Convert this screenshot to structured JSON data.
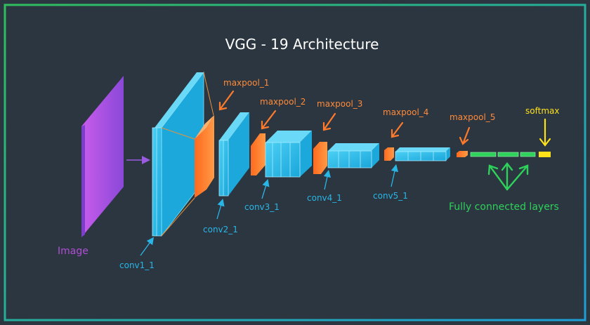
{
  "title": "VGG - 19 Architecture",
  "input_label": "Image",
  "conv_labels": [
    "conv1_1",
    "conv2_1",
    "conv3_1",
    "conv4_1",
    "conv5_1"
  ],
  "pool_labels": [
    "maxpool_1",
    "maxpool_2",
    "maxpool_3",
    "maxpool_4",
    "maxpool_5"
  ],
  "fc_label": "Fully connected layers",
  "softmax_label": "softmax",
  "colors": {
    "background": "#2b3640",
    "frame_start": "#2fbd5e",
    "frame_end": "#1c9fd8",
    "conv": "#29b6e6",
    "pool": "#ff7b2c",
    "image": "#a64fd6",
    "fc": "#2ed15a",
    "softmax": "#ffe21a",
    "title": "#ffffff"
  }
}
